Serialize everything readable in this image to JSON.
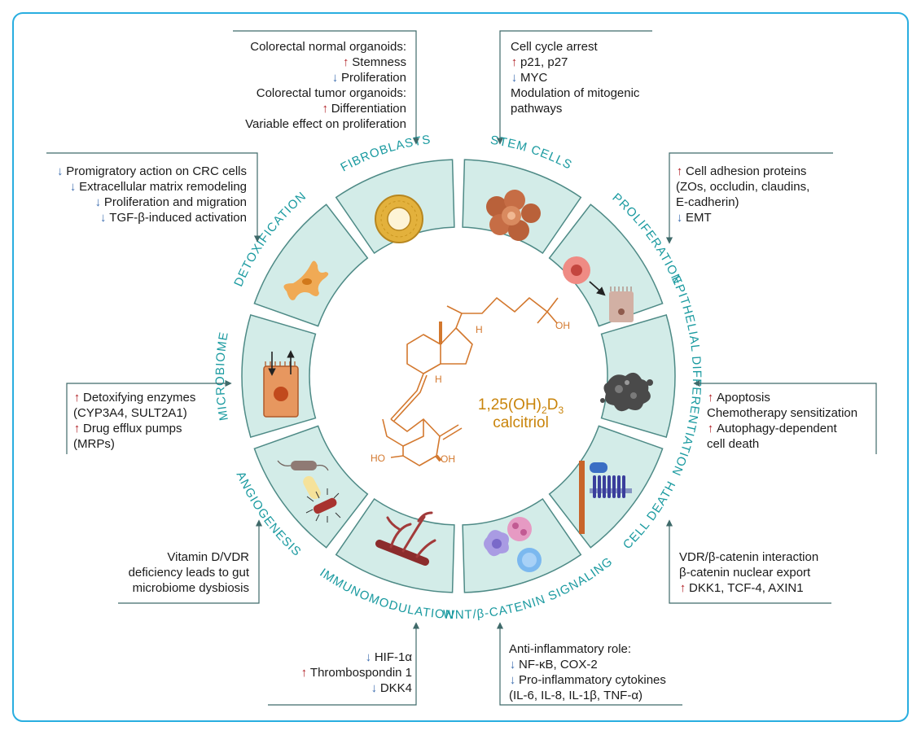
{
  "center": {
    "name_line1_pre": "1,25(OH)",
    "name_sub1": "2",
    "name_mid": "D",
    "name_sub2": "3",
    "name_line2": "calcitriol",
    "oh_top": "OH",
    "oh_left": "HO",
    "oh_right": "OH",
    "h1": "H",
    "h2": "H"
  },
  "segments": [
    {
      "label": "STEM CELLS",
      "icon": "organoid-ring-icon"
    },
    {
      "label": "PROLIFERATION",
      "icon": "cell-cluster-icon"
    },
    {
      "label": "EPITHELIAL DIFFERENTIATION",
      "icon": "cell-differentiation-icon"
    },
    {
      "label": "CELL DEATH",
      "icon": "dying-cell-icon"
    },
    {
      "label": "WNT/β-CATENIN SIGNALING",
      "icon": "wnt-receptor-icon"
    },
    {
      "label": "IMMUNOMODULATION",
      "icon": "immune-cells-icon"
    },
    {
      "label": "ANGIOGENESIS",
      "icon": "blood-vessel-icon"
    },
    {
      "label": "MICROBIOME",
      "icon": "bacteria-icon"
    },
    {
      "label": "DETOXIFICATION",
      "icon": "transport-cell-icon"
    },
    {
      "label": "FIBROBLASTS",
      "icon": "fibroblast-icon"
    }
  ],
  "annotations": {
    "stem_cells": [
      {
        "arrow": "",
        "text": "Colorectal normal organoids:"
      },
      {
        "arrow": "up",
        "text": "Stemness"
      },
      {
        "arrow": "down",
        "text": "Proliferation"
      },
      {
        "arrow": "",
        "text": "Colorectal tumor organoids:"
      },
      {
        "arrow": "up",
        "text": "Differentiation"
      },
      {
        "arrow": "",
        "text": "Variable effect on proliferation"
      }
    ],
    "proliferation": [
      {
        "arrow": "",
        "text": "Cell cycle arrest"
      },
      {
        "arrow": "up",
        "text": "p21, p27"
      },
      {
        "arrow": "down",
        "text": "MYC"
      },
      {
        "arrow": "",
        "text": "Modulation of mitogenic"
      },
      {
        "arrow": "",
        "text": "pathways"
      }
    ],
    "differentiation": [
      {
        "arrow": "up",
        "text": "Cell adhesion proteins"
      },
      {
        "arrow": "",
        "text": "(ZOs, occludin, claudins,"
      },
      {
        "arrow": "",
        "text": "E-cadherin)"
      },
      {
        "arrow": "down",
        "text": "EMT"
      }
    ],
    "fibroblasts": [
      {
        "arrow": "down",
        "text": "Promigratory action on CRC cells"
      },
      {
        "arrow": "down",
        "text": "Extracellular matrix remodeling"
      },
      {
        "arrow": "down",
        "text": "Proliferation and migration"
      },
      {
        "arrow": "down",
        "text": "TGF-β-induced activation"
      }
    ],
    "detoxification": [
      {
        "arrow": "up",
        "text": "Detoxifying enzymes"
      },
      {
        "arrow": "",
        "text": "(CYP3A4, SULT2A1)"
      },
      {
        "arrow": "up",
        "text": "Drug efflux pumps"
      },
      {
        "arrow": "",
        "text": "(MRPs)"
      }
    ],
    "cell_death": [
      {
        "arrow": "up",
        "text": "Apoptosis"
      },
      {
        "arrow": "",
        "text": "Chemotherapy sensitization"
      },
      {
        "arrow": "up",
        "text": "Autophagy-dependent"
      },
      {
        "arrow": "",
        "text": "cell death"
      }
    ],
    "microbiome": [
      {
        "arrow": "",
        "text": "Vitamin D/VDR"
      },
      {
        "arrow": "",
        "text": "deficiency leads to gut"
      },
      {
        "arrow": "",
        "text": "microbiome dysbiosis"
      }
    ],
    "wnt": [
      {
        "arrow": "",
        "text": "VDR/β-catenin interaction"
      },
      {
        "arrow": "",
        "text": "β-catenin nuclear export"
      },
      {
        "arrow": "up",
        "text": "DKK1, TCF-4, AXIN1"
      }
    ],
    "angiogenesis": [
      {
        "arrow": "down",
        "text": "HIF-1α"
      },
      {
        "arrow": "up",
        "text": "Thrombospondin 1"
      },
      {
        "arrow": "down",
        "text": "DKK4"
      }
    ],
    "immunomodulation": [
      {
        "arrow": "",
        "text": "Anti-inflammatory role:"
      },
      {
        "arrow": "down",
        "text": "NF-κB, COX-2"
      },
      {
        "arrow": "down",
        "text": "Pro-inflammatory cytokines"
      },
      {
        "arrow": "",
        "text": "(IL-6, IL-8, IL-1β, TNF-α)"
      }
    ]
  },
  "colors": {
    "frame": "#29aee0",
    "teal_text": "#1a9aa0",
    "segment_fill": "#d3ece8",
    "segment_stroke": "#4e8a86",
    "connector": "#3f6a6a",
    "up_arrow": "#b01e24",
    "down_arrow": "#3f6fb0",
    "molecule": "#d3782e",
    "center_title": "#c9840b"
  }
}
